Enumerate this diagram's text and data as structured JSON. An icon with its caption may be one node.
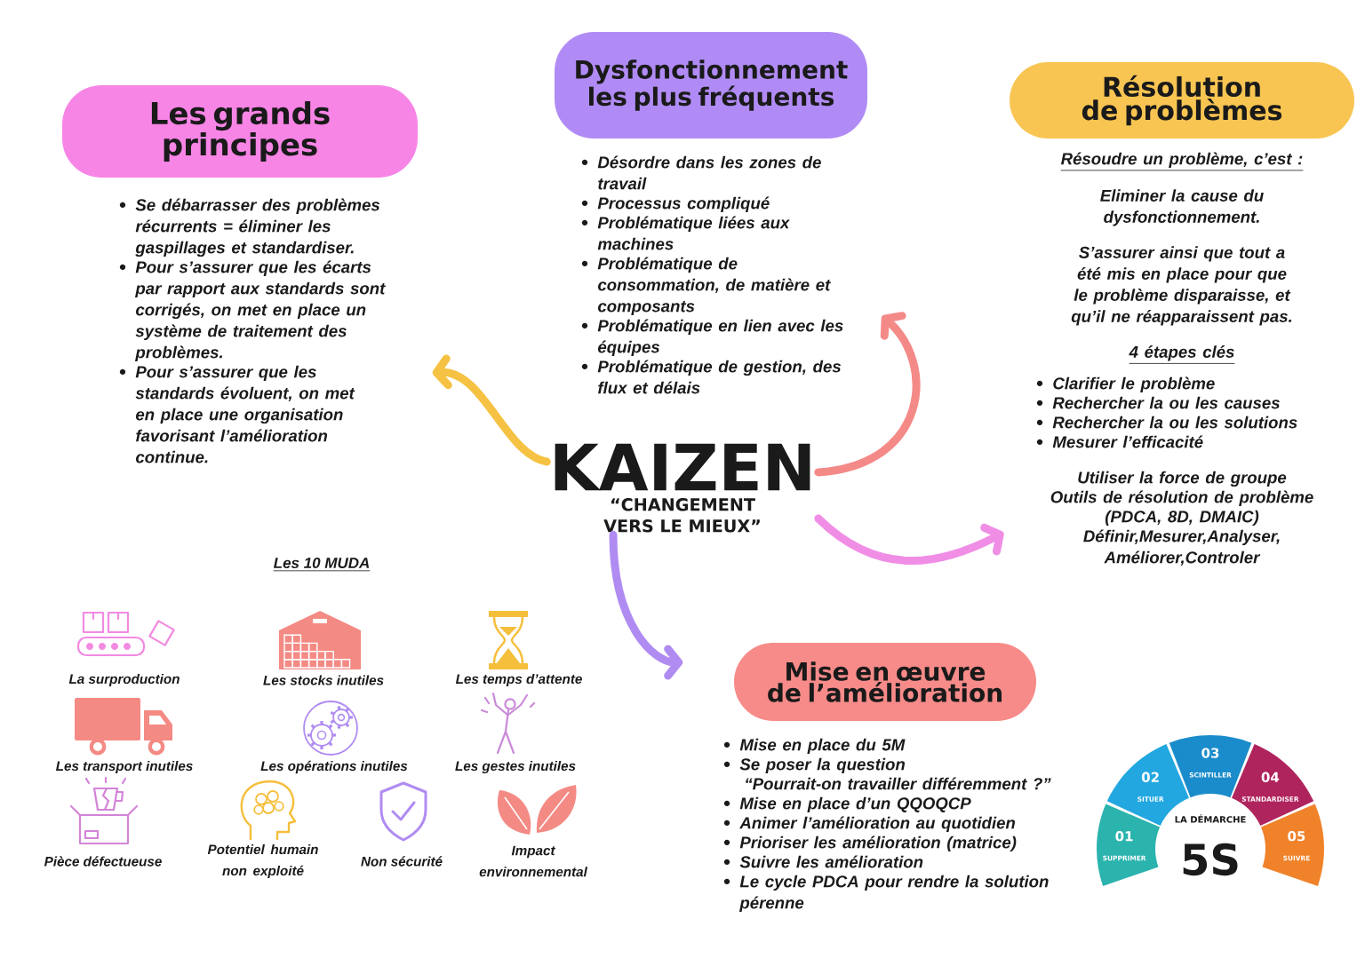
{
  "diagram": {
    "nodes": [
      {
        "text": [
          "Les grands principes",
          "Se débarrasser des problèmes récurrents = éliminer les gaspillages et standardiser.",
          "Pour s’assurer que les écarts par rapport aux standards sont corrigés, on met en place un système de traitement des problèmes.",
          "Pour s’assurer que les standards évoluent, on met en place une organisation favorisant l’amélioration continue."
        ]
      },
      {
        "text": [
          "Dysfonctionnement les plus fréquents",
          "Désordre dans les zones de travail",
          "Processus compliqué",
          "Problématique liées aux machines",
          "Problématique de consommation, de matière et composants",
          "Problématique en lien avec les équipes",
          "Problématique de gestion, des flux et délais"
        ]
      },
      {
        "text": [
          "Résolution de problèmes",
          "Résoudre un problème, c’est :",
          "Eliminer la cause du dysfonctionnement.",
          "S’assurer ainsi que tout a été mis en place pour que le problème disparaisse, et qu’il ne réapparaissent pas.",
          "4 étapes clés",
          "Clarifier le problème",
          "Rechercher la ou les causes",
          "Rechercher la ou les solutions",
          "Mesurer l’efficacité",
          "Utiliser la force de groupe",
          "Outils de résolution de problème",
          "(PDCA, 8D, DMAIC)",
          "Définir,Mesurer,Analyser,Améliorer,Controler"
        ]
      },
      {
        "text": [
          "KAIZEN",
          "“CHANGEMENT VERS LE MIEUX”"
        ]
      },
      {
        "text": [
          "Mise en œuvre de l’amélioration",
          "Mise en place du 5M",
          "Se poser la question",
          "“Pourrait-on travailler différemment ?”",
          "Mise en place d’un QQOQCP",
          "Animer l’amélioration au quotidien",
          "Prioriser les amélioration (matrice)",
          "Suivre les amélioration",
          "Le cycle PDCA pour rendre la solution pérenne"
        ]
      },
      {
        "text": [
          "01",
          "SUPPRIMER"
        ]
      },
      {
        "text": [
          "02",
          "SITUER"
        ]
      },
      {
        "text": [
          "03",
          "SCINTILLER"
        ]
      },
      {
        "text": [
          "04",
          "STANDARDISER"
        ]
      },
      {
        "text": [
          "05",
          "SUIVRE"
        ]
      }
    ],
    "edges": [
      {
        "from": 3,
        "to": 0,
        "arrow": "to",
        "color": "#f6c244"
      },
      {
        "from": 3,
        "to": 1,
        "arrow": "to",
        "color": "#f48a88"
      },
      {
        "from": 3,
        "to": 2,
        "arrow": "to",
        "color": "#f08ee6"
      },
      {
        "from": 3,
        "to": 4,
        "arrow": "to",
        "color": "#b08cf2"
      }
    ],
    "labels": [
      "Les 10 MUDA",
      "La surproduction",
      "Les stocks inutiles",
      "Les temps d’attente",
      "Les transport inutiles",
      "Les opérations inutiles",
      "Les gestes inutiles",
      "Pièce défectueuse",
      "Potentiel humain non exploité",
      "Non sécurité",
      "Impact environnemental",
      "LA DÉMARCHE",
      "5S"
    ]
  }
}
